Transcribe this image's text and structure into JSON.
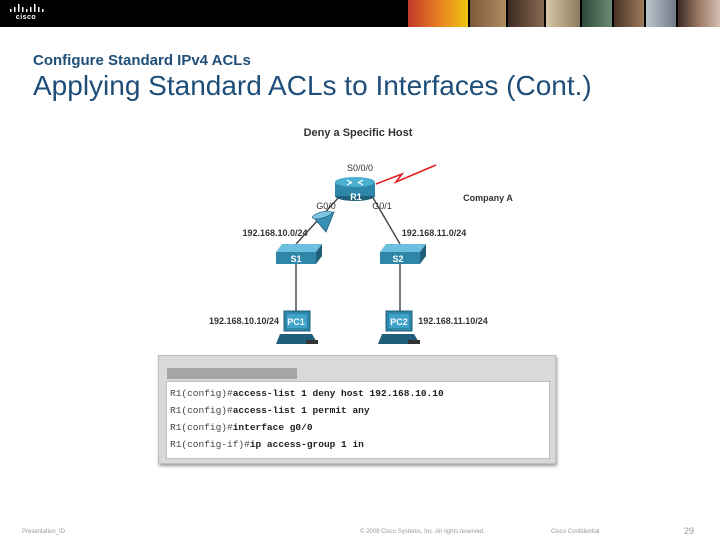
{
  "header": {
    "logo_text": "cisco",
    "brand_color": "#1f4e79"
  },
  "slide": {
    "subtitle": "Configure Standard IPv4 ACLs",
    "title": "Applying Standard ACLs to Interfaces (Cont.)"
  },
  "diagram": {
    "title": "Deny a Specific Host",
    "router": {
      "name": "R1",
      "serial_if": "S0/0/0",
      "if_left": "G0/0",
      "if_right": "G0/1"
    },
    "company_label": "Company A",
    "left_network": "192.168.10.0/24",
    "right_network": "192.168.11.0/24",
    "switch_left": "S1",
    "switch_right": "S2",
    "pc_left": {
      "name": "PC1",
      "ip": "192.168.10.10/24"
    },
    "pc_right": {
      "name": "PC2",
      "ip": "192.168.11.10/24"
    },
    "icons": [
      "router-icon",
      "switch-icon",
      "pc-icon",
      "filter-cone-icon",
      "serial-link-icon"
    ]
  },
  "cli": {
    "lines": [
      {
        "prompt": "R1(config)#",
        "command": "access-list 1 deny host 192.168.10.10"
      },
      {
        "prompt": "R1(config)#",
        "command": "access-list 1 permit any"
      },
      {
        "prompt": "R1(config)#",
        "command": "interface g0/0"
      },
      {
        "prompt": "R1(config-if)#",
        "command": "ip access-group 1 in"
      }
    ]
  },
  "footer": {
    "left": "Presentation_ID",
    "center": "© 2008 Cisco Systems, Inc. All rights reserved.",
    "confidential": "Cisco Confidential",
    "page": "29"
  }
}
